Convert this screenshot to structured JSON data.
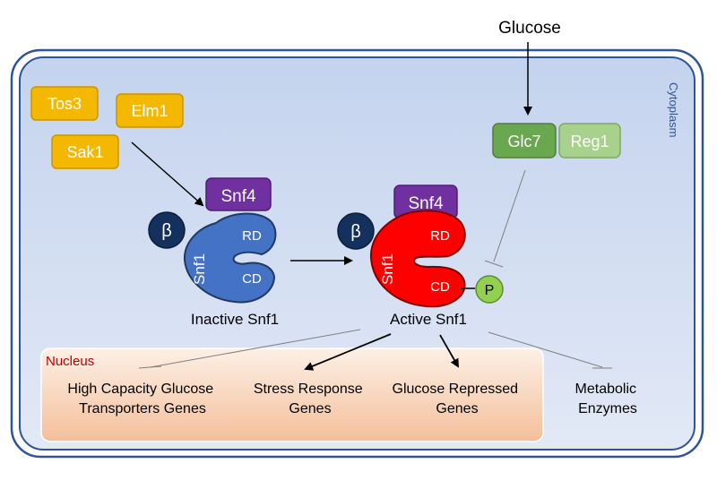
{
  "labels": {
    "glucose": "Glucose",
    "cytoplasm": "Cytoplasm",
    "nucleus": "Nucleus",
    "inactive_snf1": "Inactive Snf1",
    "active_snf1": "Active Snf1"
  },
  "kinases": {
    "tos3": "Tos3",
    "elm1": "Elm1",
    "sak1": "Sak1"
  },
  "phosphatase": {
    "glc7": "Glc7",
    "reg1": "Reg1"
  },
  "complex": {
    "beta": "β",
    "snf4": "Snf4",
    "snf1": "Snf1",
    "rd": "RD",
    "cd": "CD",
    "phospho": "P"
  },
  "targets": {
    "transporters_line1": "High Capacity Glucose",
    "transporters_line2": "Transporters Genes",
    "stress_line1": "Stress Response",
    "stress_line2": "Genes",
    "repressed_line1": "Glucose Repressed",
    "repressed_line2": "Genes",
    "metabolic_line1": "Metabolic",
    "metabolic_line2": "Enzymes"
  },
  "colors": {
    "cytoplasm_top": "#c9d7ef",
    "cytoplasm_bottom": "#dfe7f5",
    "cytoplasm_border": "#2f5597",
    "kinase": "#f5b800",
    "glc7": "#6aa84f",
    "reg1": "#a9d18e",
    "snf4": "#7030a0",
    "beta": "#14305c",
    "snf1_inactive": "#4472c4",
    "snf1_active": "#ff0000",
    "phospho": "#92d050",
    "nucleus_label": "#c00000"
  }
}
